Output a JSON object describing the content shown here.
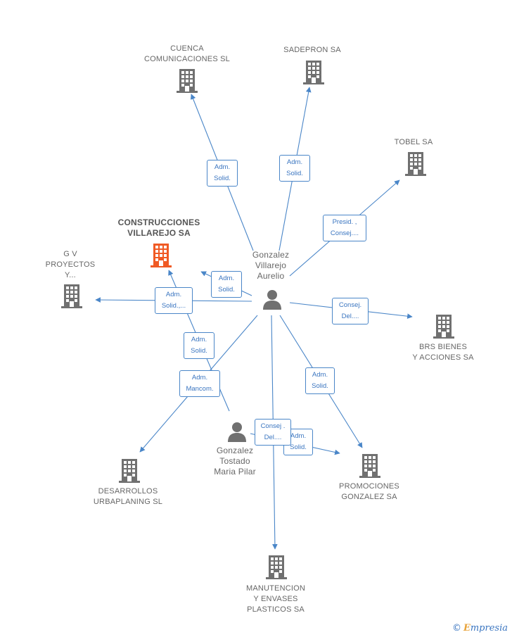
{
  "colors": {
    "edge": "#4a86c8",
    "building": "#707070",
    "focus_building": "#f05a24",
    "person": "#707070"
  },
  "nodes": {
    "center": {
      "label": "Gonzalez\nVillarejo\nAurelio",
      "icon": "person-icon"
    },
    "person2": {
      "label": "Gonzalez\nTostado\nMaria Pilar",
      "icon": "person-icon"
    },
    "focus": {
      "label": "CONSTRUCCIONES\nVILLAREJO SA",
      "icon": "building-icon"
    },
    "cuenca": {
      "label": "CUENCA\nCOMUNICACIONES SL",
      "icon": "building-icon"
    },
    "sadepron": {
      "label": "SADEPRON SA",
      "icon": "building-icon"
    },
    "tobel": {
      "label": "TOBEL SA",
      "icon": "building-icon"
    },
    "gv": {
      "label": "G V\nPROYECTOS\nY...",
      "icon": "building-icon"
    },
    "brs": {
      "label": "BRS BIENES\nY ACCIONES SA",
      "icon": "building-icon"
    },
    "desarrollos": {
      "label": "DESARROLLOS\nURBAPLANING SL",
      "icon": "building-icon"
    },
    "promociones": {
      "label": "PROMOCIONES\nGONZALEZ SA",
      "icon": "building-icon"
    },
    "manutencion": {
      "label": "MANUTENCION\nY ENVASES\nPLASTICOS SA",
      "icon": "building-icon"
    }
  },
  "edges": {
    "cuenca": "Adm.\nSolid.",
    "sadepron": "Adm.\nSolid.",
    "tobel": "Presid. ,\nConsej....",
    "focus": "Adm.\nSolid.",
    "gv": "Adm.\nSolid.,...",
    "brs": "Consej.\nDel....",
    "person2_gv": "Adm.\nSolid.",
    "desarrollos": "Adm.\nMancom.",
    "promociones": "Adm.\nSolid.",
    "manutencion": "Consej .\nDel....",
    "person2_promociones": "Adm.\nSolid."
  },
  "watermark": {
    "symbol": "©",
    "initial": "E",
    "text": "mpresia"
  }
}
